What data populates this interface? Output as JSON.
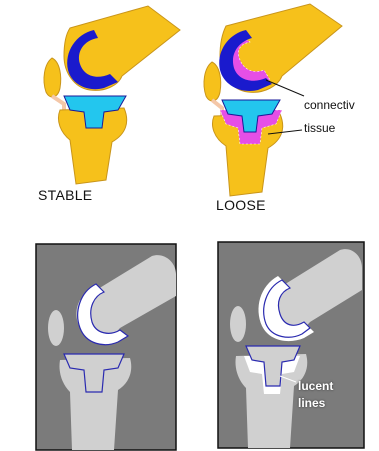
{
  "labels": {
    "stable": "STABLE",
    "loose": "LOOSE",
    "connective_line1": "connectiv",
    "connective_line2": "tissue",
    "lucent_line1": "lucent",
    "lucent_line2": "lines"
  },
  "colors": {
    "bone": "#f6c11b",
    "bone_outline": "#c9951a",
    "femoral_component": "#1a1acd",
    "tibial_component": "#23c6ee",
    "connective_tissue": "#e64fe6",
    "ligament": "#f4c7a8",
    "xray_frame": "#7b7b7b",
    "xray_bone": "#d0d0d0",
    "xray_outline": "#2a2ab0"
  }
}
